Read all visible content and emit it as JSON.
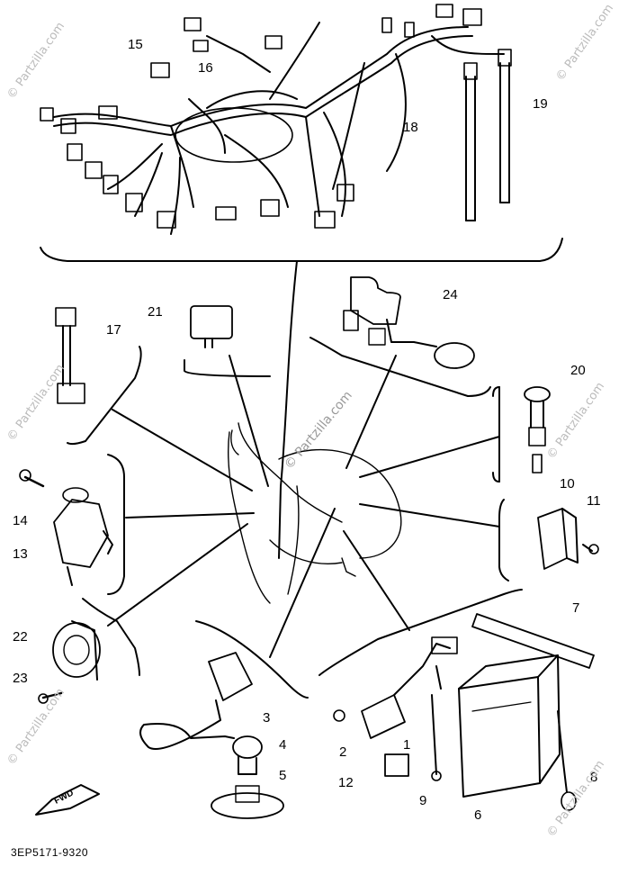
{
  "diagram": {
    "part_code": "3EP5171-9320",
    "fwd_label": "FWD",
    "callouts": [
      "15",
      "16",
      "18",
      "19",
      "17",
      "21",
      "24",
      "20",
      "10",
      "11",
      "14",
      "13",
      "22",
      "23",
      "3",
      "4",
      "5",
      "2",
      "1",
      "12",
      "9",
      "6",
      "7",
      "8"
    ]
  },
  "watermarks": {
    "center": "© Partzilla.com",
    "edge": "© Partzilla.com"
  }
}
